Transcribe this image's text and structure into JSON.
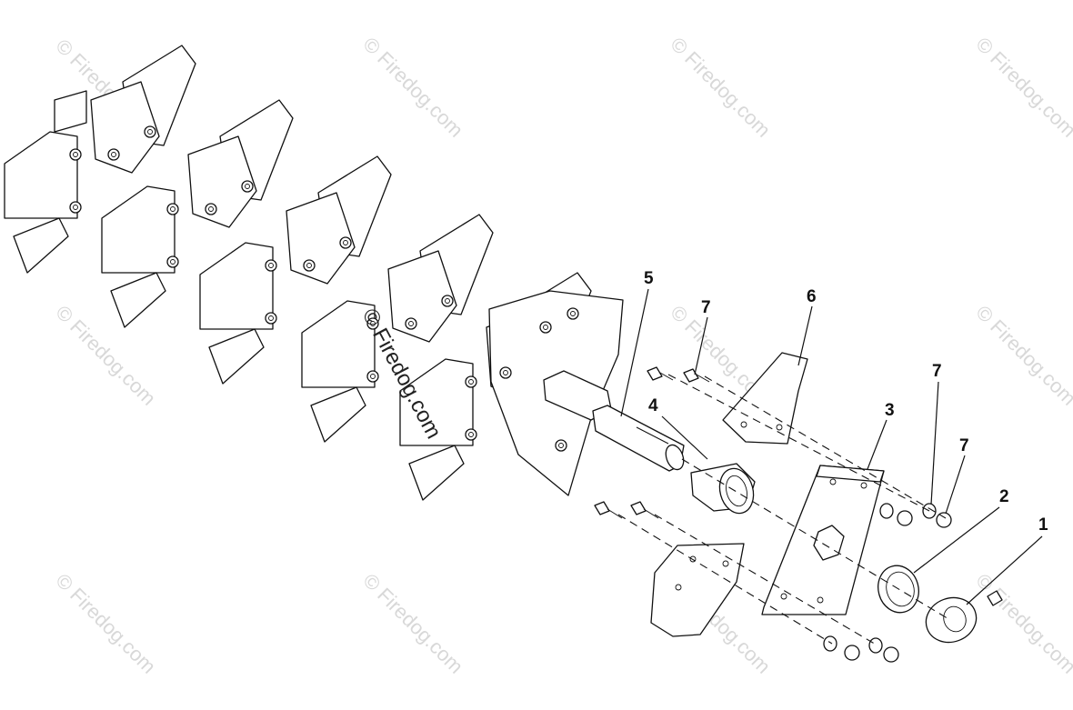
{
  "watermark": {
    "text": "© Firedog.com",
    "color": "#d8d8d8",
    "center_color": "#222222"
  },
  "callouts": {
    "c1": "1",
    "c2": "2",
    "c3": "3",
    "c4": "4",
    "c5": "5",
    "c6": "6",
    "c7a": "7",
    "c7b": "7",
    "c7c": "7"
  }
}
